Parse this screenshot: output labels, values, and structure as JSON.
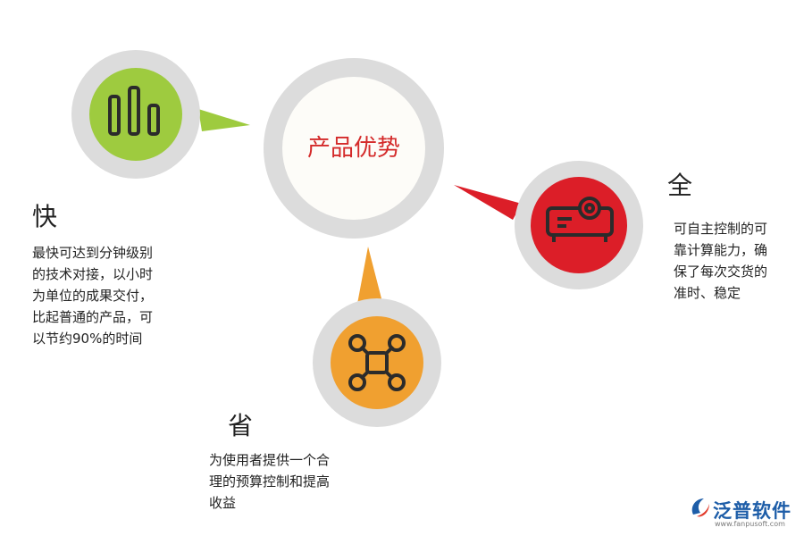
{
  "center": {
    "title": "产品优势"
  },
  "nodes": [
    {
      "heading": "快",
      "description": [
        "最快可达到分钟级别",
        "的技术对接，以小时",
        "为单位的成果交付，",
        "比起普通的产品，可",
        "以节约90%的时间"
      ],
      "icon": "bar-chart-icon",
      "color": "#9ecb3f"
    },
    {
      "heading": "全",
      "description": [
        "可自主控制的可",
        "靠计算能力，确",
        "保了每次交货的",
        "准时、稳定"
      ],
      "icon": "projector-icon",
      "color": "#dc1e28"
    },
    {
      "heading": "省",
      "description": [
        "为使用者提供一个合",
        "理的预算控制和提高",
        "收益"
      ],
      "icon": "drone-icon",
      "color": "#f0a030"
    }
  ],
  "colors": {
    "ring": "#dcdcdc",
    "center_fill": "#fdfcf8",
    "title": "#d42a2a",
    "icon_stroke": "#2b2b2b"
  },
  "logo": {
    "name": "泛普软件",
    "url": "www.fanpusoft.com",
    "icon": "fanpu-logo-icon"
  }
}
